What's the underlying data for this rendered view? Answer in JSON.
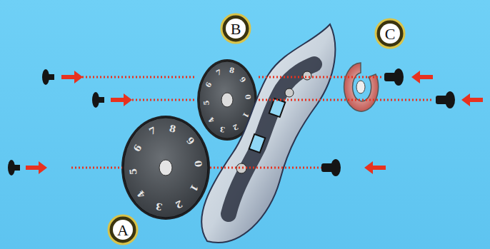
{
  "diagram": {
    "labels": [
      "B",
      "C",
      "A",
      "0",
      "1",
      "2",
      "3",
      "4",
      "5",
      "6",
      "7",
      "8",
      "9",
      "0",
      "1",
      "2",
      "3",
      "4",
      "5",
      "6",
      "7",
      "8",
      "9"
    ]
  }
}
